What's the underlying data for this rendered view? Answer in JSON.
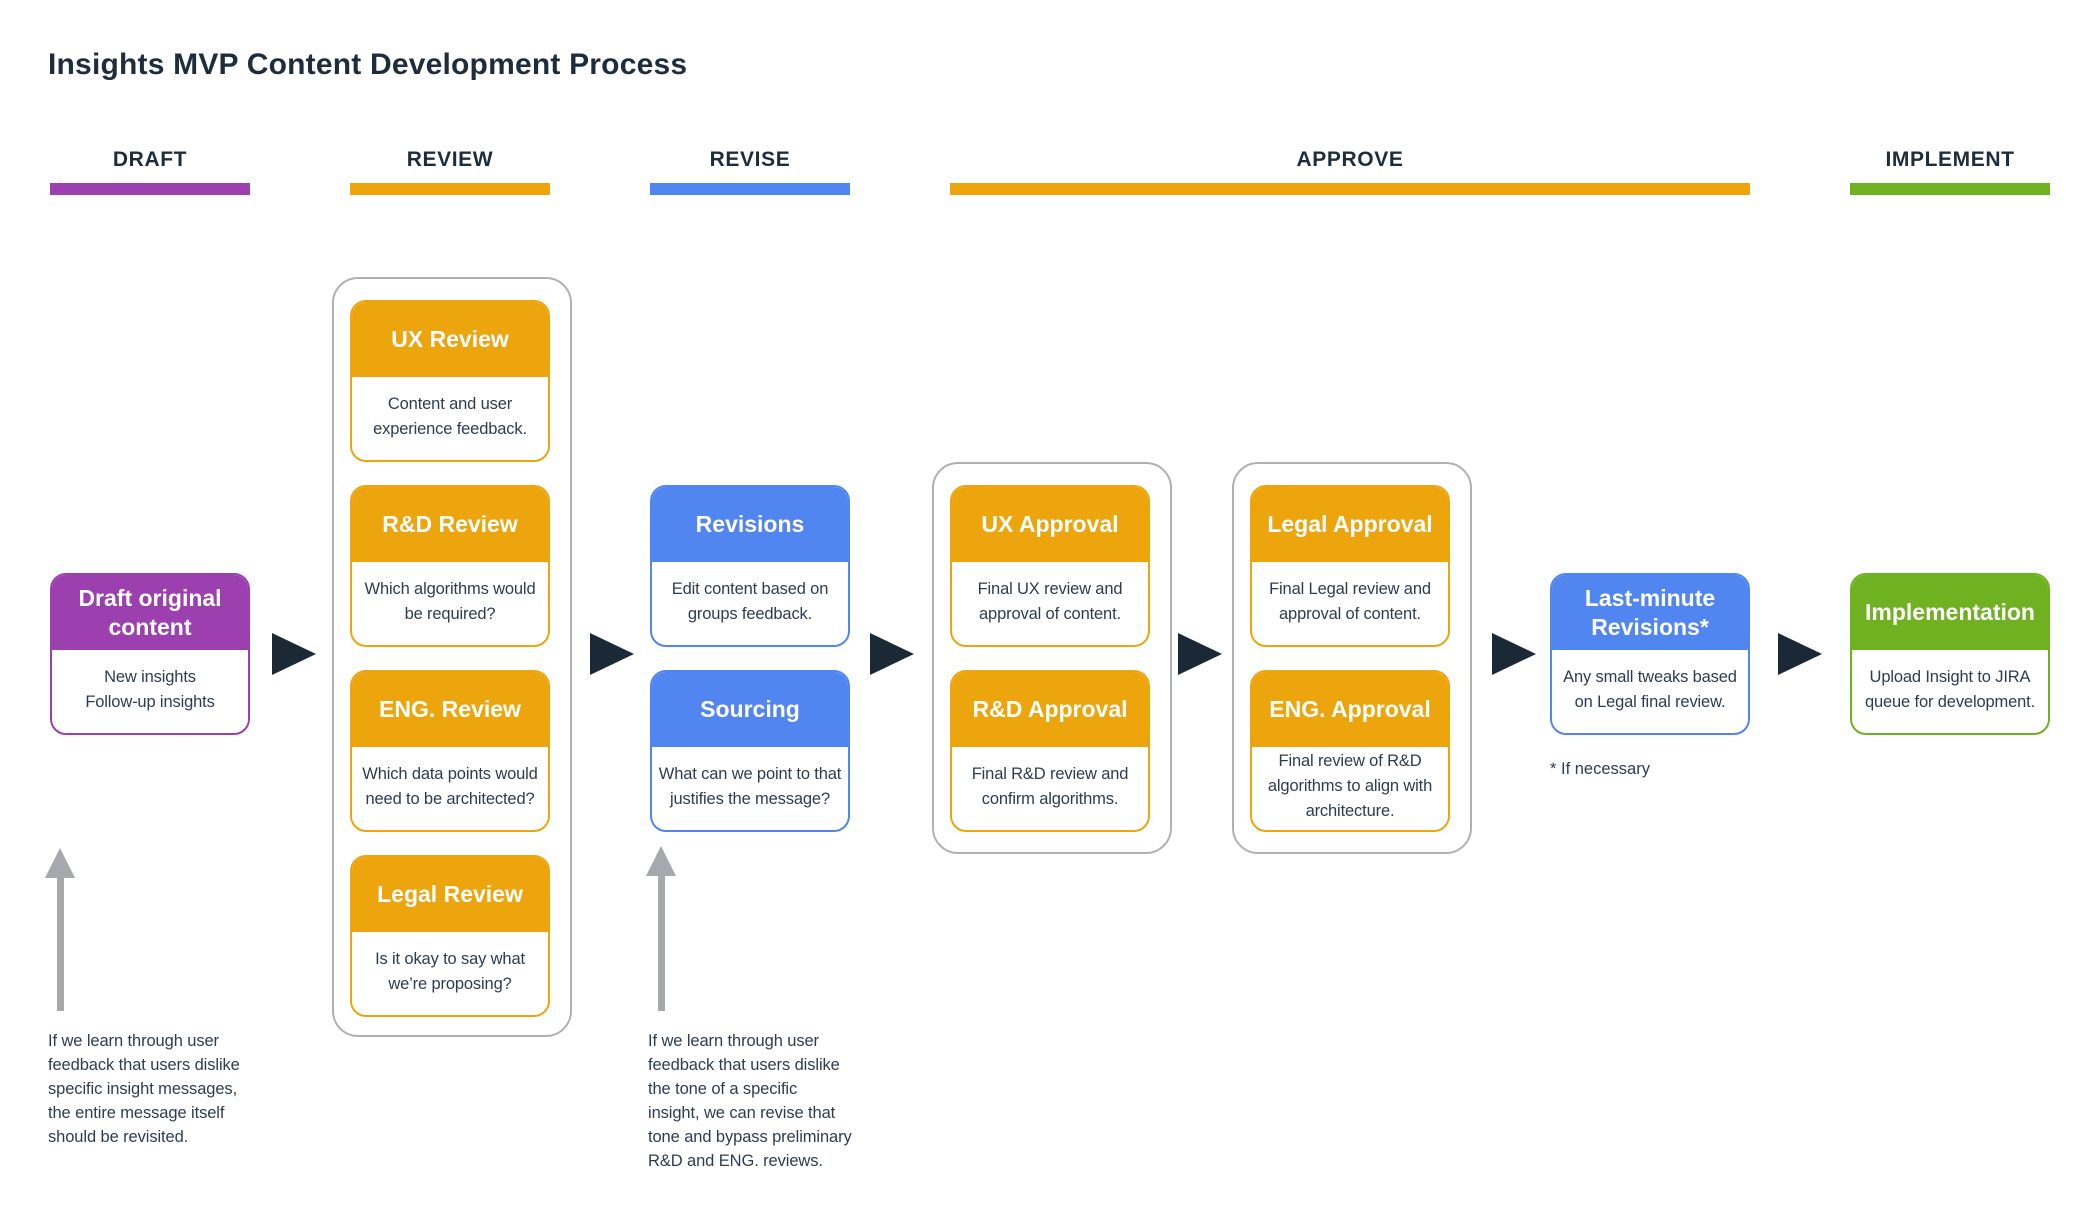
{
  "title": "Insights MVP Content Development Process",
  "colors": {
    "purple": "#9C3FAF",
    "orange": "#EDA50E",
    "blue": "#5185EF",
    "green": "#70B121",
    "arrow_dark": "#1B2936",
    "gray_arrow": "#A5A9AD",
    "frame_border": "#ADB1B6",
    "heading_text": "#1E2D3D",
    "body_text": "#2D3D4F"
  },
  "stages": {
    "draft": {
      "label": "DRAFT"
    },
    "review": {
      "label": "REVIEW"
    },
    "revise": {
      "label": "REVISE"
    },
    "approve": {
      "label": "APPROVE"
    },
    "implement": {
      "label": "IMPLEMENT"
    }
  },
  "cards": {
    "draft": {
      "title": "Draft original\ncontent",
      "body": "New insights\nFollow-up insights"
    },
    "ux_review": {
      "title": "UX Review",
      "body": "Content and user\nexperience feedback."
    },
    "rd_review": {
      "title": "R&D Review",
      "body": "Which algorithms would\nbe required?"
    },
    "eng_review": {
      "title": "ENG. Review",
      "body": "Which data points would\nneed to be architected?"
    },
    "legal_review": {
      "title": "Legal Review",
      "body": "Is it okay to say what\nwe’re proposing?"
    },
    "revisions": {
      "title": "Revisions",
      "body": "Edit content based on\ngroups feedback."
    },
    "sourcing": {
      "title": "Sourcing",
      "body": "What can we point to that\njustifies the message?"
    },
    "ux_approval": {
      "title": "UX Approval",
      "body": "Final UX review and\napproval of content."
    },
    "rd_approval": {
      "title": "R&D Approval",
      "body": "Final R&D review and\nconfirm algorithms."
    },
    "legal_approval": {
      "title": "Legal Approval",
      "body": "Final Legal review and\napproval of content."
    },
    "eng_approval": {
      "title": "ENG. Approval",
      "body": "Final review of R&D\nalgorithms to align with\narchitecture."
    },
    "last_minute": {
      "title": "Last-minute\nRevisions*",
      "body": "Any small tweaks based\non Legal final review."
    },
    "implementation": {
      "title": "Implementation",
      "body": "Upload Insight to JIRA\nqueue for development."
    }
  },
  "notes": {
    "draft_note": "If we learn through user\nfeedback that users dislike\nspecific insight messages,\nthe entire message itself\nshould be revisited.",
    "revise_note": "If we learn through user\nfeedback that users dislike\nthe tone of a specific\ninsight, we can revise that\ntone and bypass preliminary\nR&D and ENG. reviews.",
    "if_necessary": "* If necessary"
  }
}
